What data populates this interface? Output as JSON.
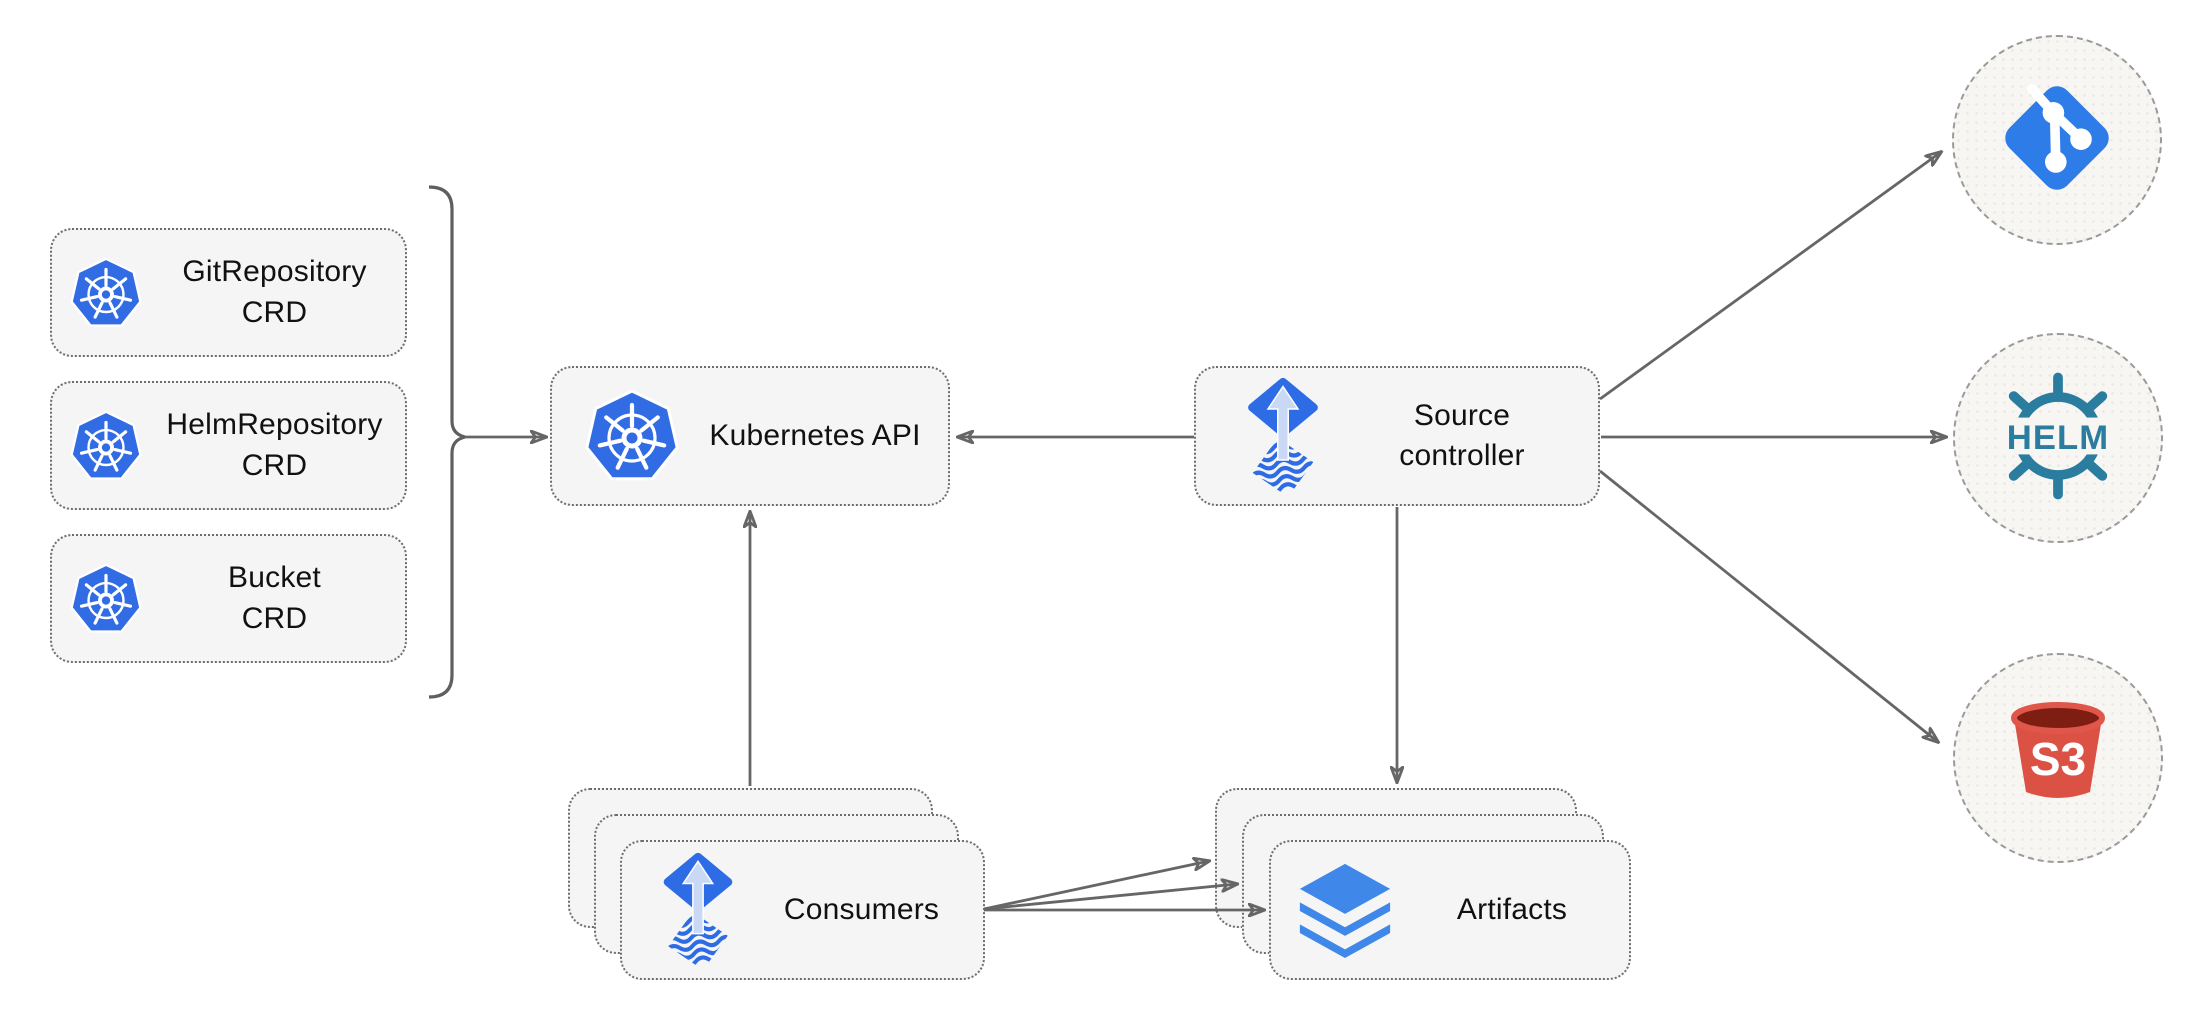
{
  "diagram": {
    "crd_group": {
      "boxes": [
        {
          "label": "GitRepository\nCRD",
          "icon": "kubernetes-icon"
        },
        {
          "label": "HelmRepository\nCRD",
          "icon": "kubernetes-icon"
        },
        {
          "label": "Bucket\nCRD",
          "icon": "kubernetes-icon"
        }
      ]
    },
    "nodes": {
      "kubernetes_api": {
        "label": "Kubernetes API",
        "icon": "kubernetes-icon"
      },
      "source_controller": {
        "label": "Source\ncontroller",
        "icon": "flux-icon"
      },
      "consumers": {
        "label": "Consumers",
        "icon": "flux-icon"
      },
      "artifacts": {
        "label": "Artifacts",
        "icon": "layers-icon"
      }
    },
    "externals": {
      "git": {
        "icon": "git-icon"
      },
      "helm": {
        "icon": "helm-icon",
        "label": "HELM"
      },
      "s3": {
        "icon": "s3-icon",
        "label": "S3"
      }
    },
    "colors": {
      "node_fill": "#f5f5f5",
      "node_border": "#6e6e6e",
      "edge": "#666666",
      "kubernetes_blue": "#326ce5",
      "flux_blue": "#2e6ce6",
      "flux_arrow_light": "#c9d8f5",
      "git_blue": "#2e7ce8",
      "helm_teal": "#2a7d9f",
      "s3_red": "#db5244",
      "s3_dark_red": "#7e1e12",
      "layers_blue": "#3f87e8"
    }
  }
}
